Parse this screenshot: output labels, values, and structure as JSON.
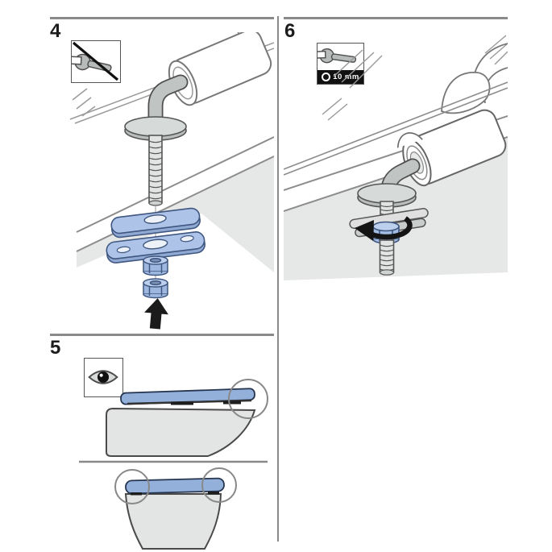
{
  "sheet": {
    "tool_size_label": "10 mm",
    "steps": [
      {
        "number": "4",
        "icon": "no-tools-required-icon"
      },
      {
        "number": "5",
        "icon": "visual-check-eye-icon"
      },
      {
        "number": "6",
        "icon": "open-end-wrench-10mm-icon"
      }
    ],
    "colors": {
      "plastic_blue": "#9ab5de",
      "ceramic_gray": "#e6e8e7",
      "metal_gray": "#c0c4c3",
      "rule_gray": "#8a8a8a",
      "arrow_black": "#1b1b1b"
    }
  }
}
